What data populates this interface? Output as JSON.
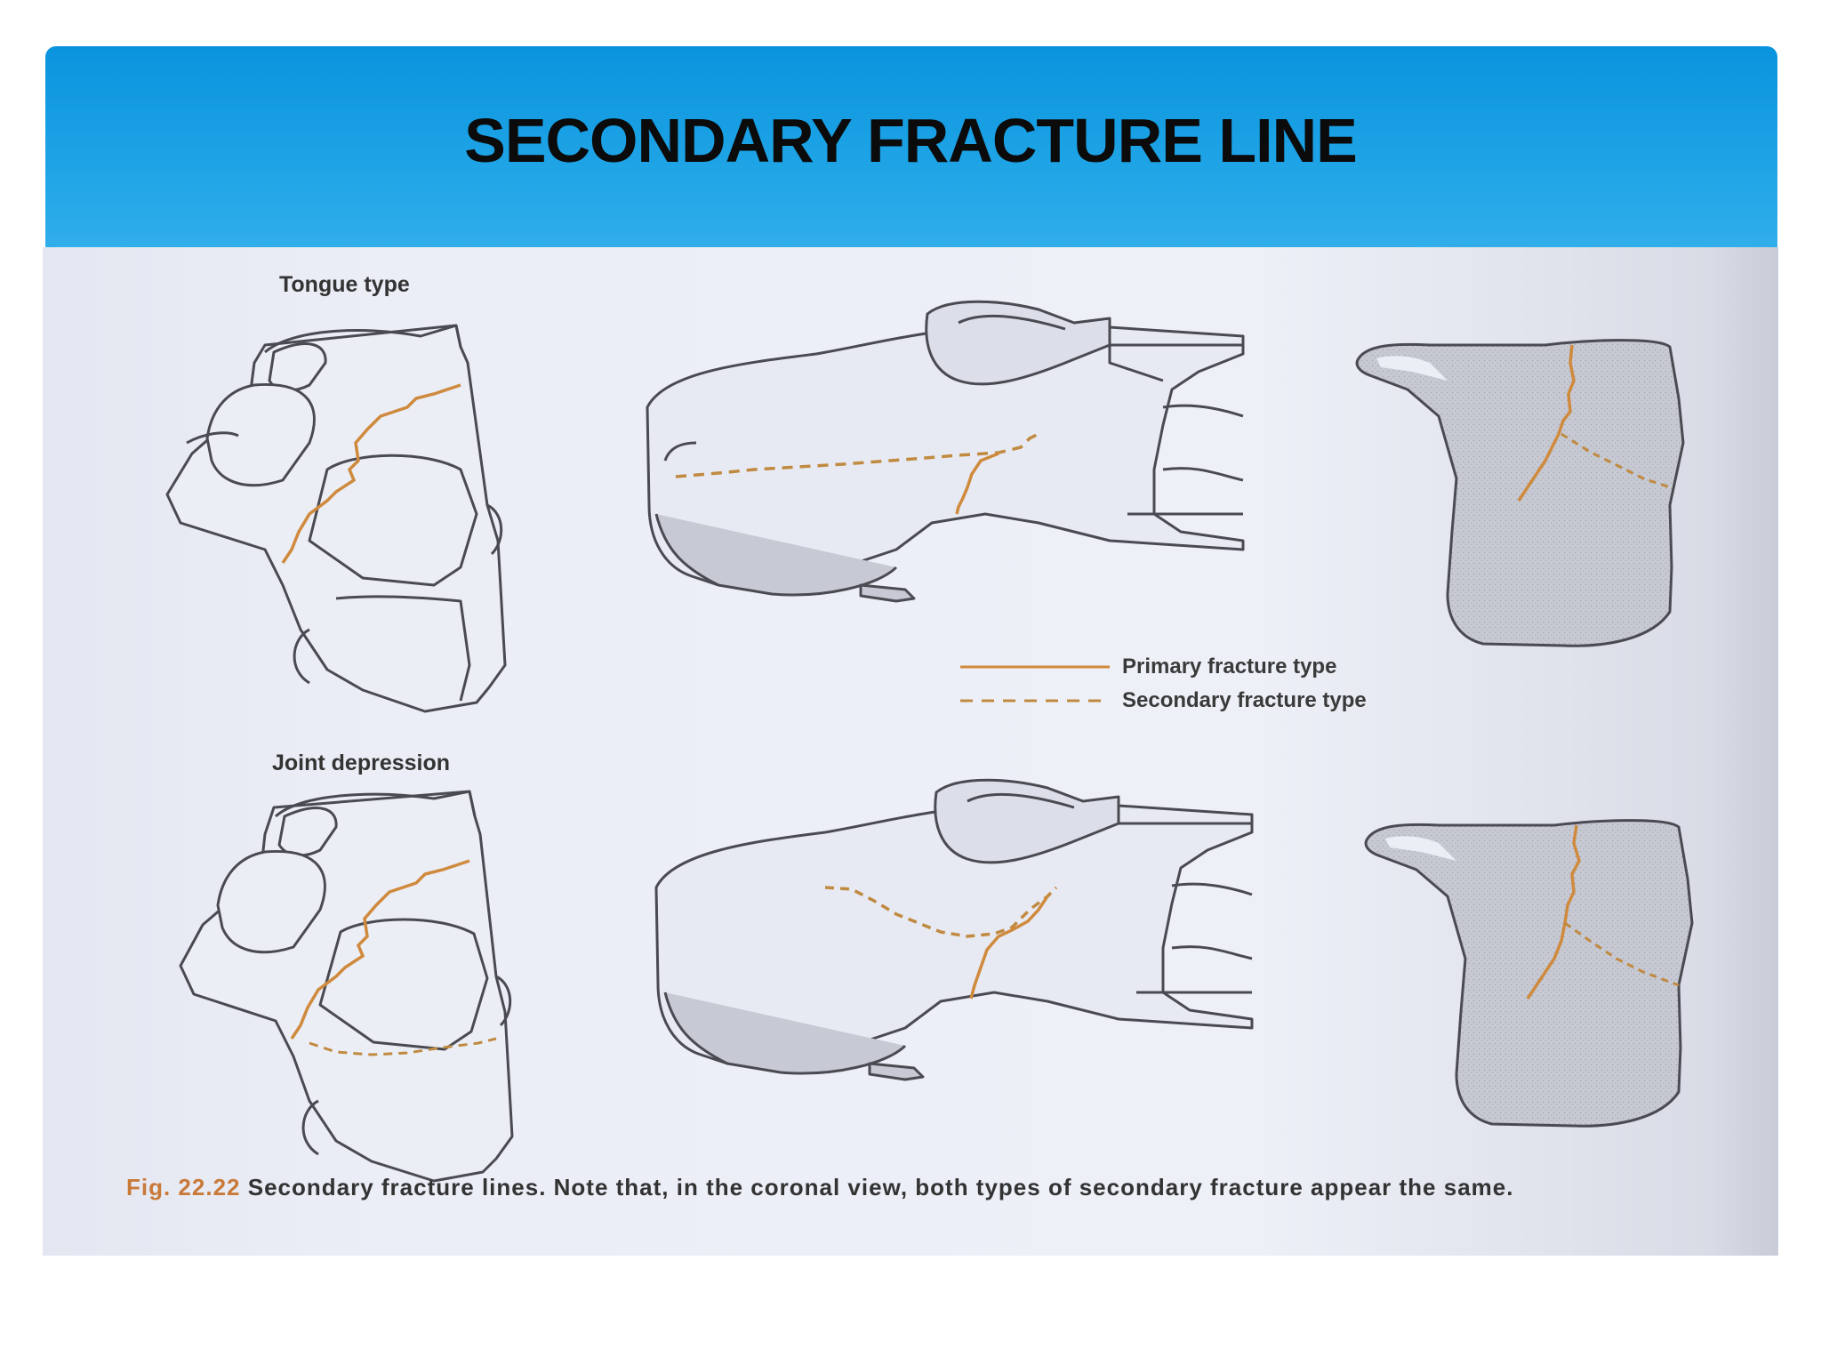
{
  "slide": {
    "title": "SECONDARY FRACTURE LINE",
    "colors": {
      "title_bar": "#1fa4e6",
      "primary_line": "#d08a3a",
      "secondary_line": "#c08a40"
    }
  },
  "figure": {
    "row_labels": [
      "Tongue type",
      "Joint depression"
    ],
    "legend": {
      "primary": "Primary fracture type",
      "secondary": "Secondary fracture type"
    },
    "caption": {
      "figure_number": "Fig. 22.22",
      "text": "Secondary fracture lines. Note that, in the coronal view, both types of secondary fracture appear the same."
    }
  }
}
